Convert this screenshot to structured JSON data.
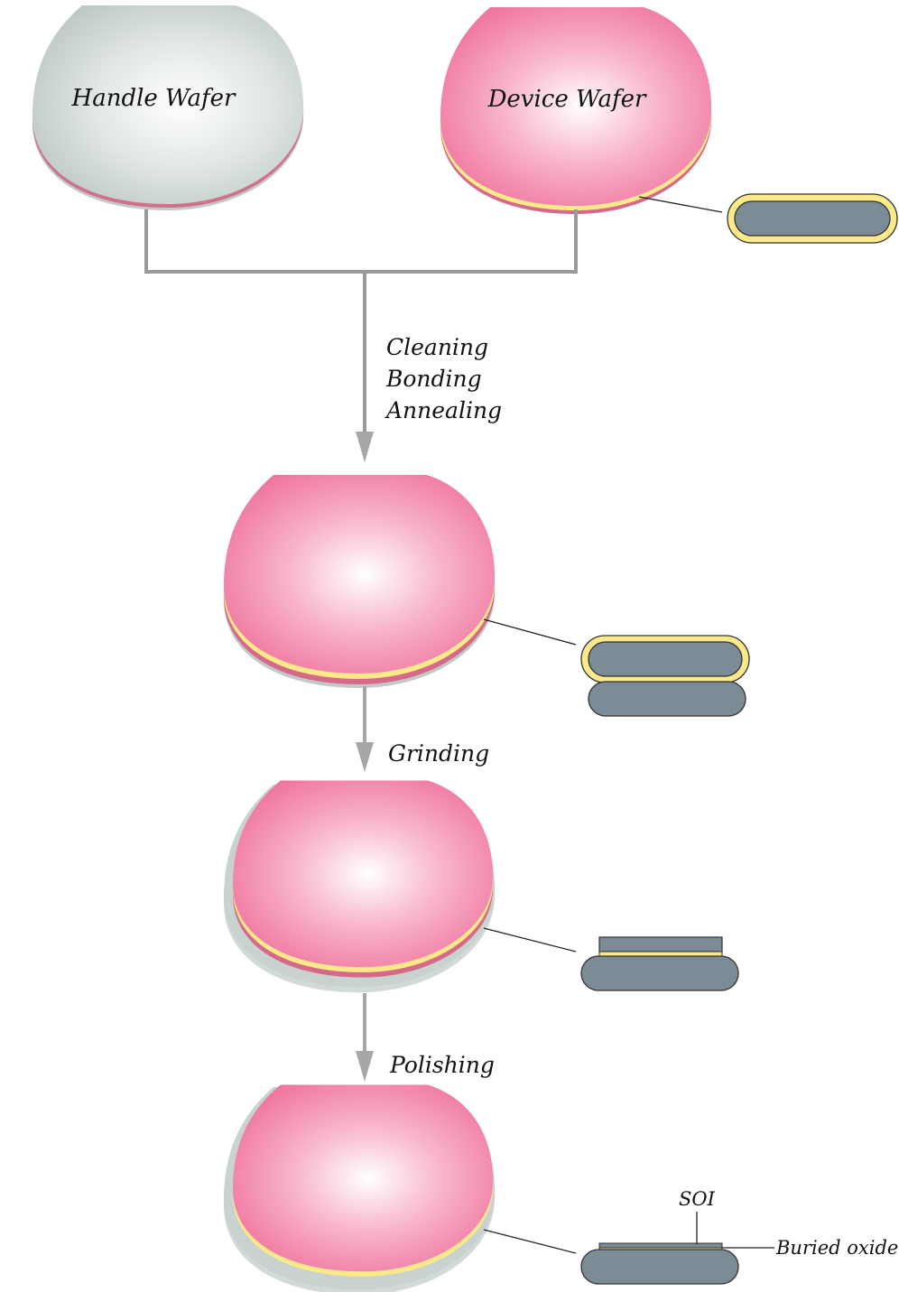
{
  "labels": {
    "handle_wafer": "Handle Wafer",
    "device_wafer": "Device Wafer",
    "steps_bond": [
      "Cleaning",
      "Bonding",
      "Annealing"
    ],
    "step_grind": "Grinding",
    "step_polish": "Polishing",
    "soi": "SOI",
    "buried_oxide": "Buried oxide"
  },
  "colors": {
    "handle_wafer_face": "#c8d2ce",
    "handle_wafer_edge": "#d0708a",
    "device_wafer_face": "#f07aa2",
    "device_wafer_edge": "#d6688a",
    "oxide": "#fbe98a",
    "silicon_cross_section": "#7c8c96",
    "arrow": "#a6a6a6",
    "connector": "#9a9a9a"
  },
  "icons": {
    "arrow": "down-arrow",
    "wafer": "flat-edge-wafer"
  }
}
